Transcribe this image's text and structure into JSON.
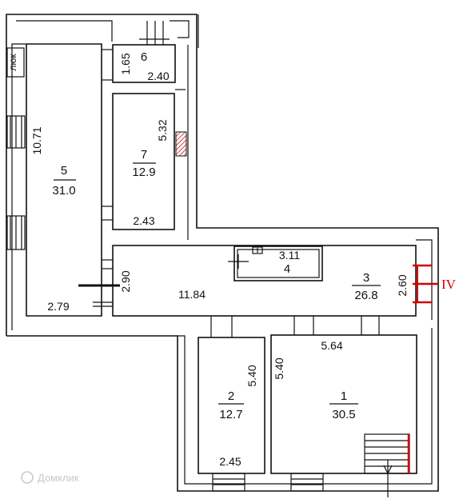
{
  "watermark": "Домклик",
  "hatch_label": "люк",
  "entrance_marker": "IV",
  "colors": {
    "line": "#111111",
    "accent": "#d40000",
    "watermark": "#c9c9c9",
    "background": "#ffffff"
  },
  "rooms": [
    {
      "id": "1",
      "number": "1",
      "area": "30.5",
      "dims": [
        "5.64",
        "5.40"
      ]
    },
    {
      "id": "2",
      "number": "2",
      "area": "12.7",
      "dims": [
        "5.40",
        "2.45"
      ]
    },
    {
      "id": "3",
      "number": "3",
      "area": "26.8",
      "dims": [
        "11.84",
        "2.90",
        "2.60"
      ]
    },
    {
      "id": "4",
      "number": "4",
      "area": "",
      "dims": [
        "3.11"
      ]
    },
    {
      "id": "5",
      "number": "5",
      "area": "31.0",
      "dims": [
        "10.71",
        "2.79"
      ]
    },
    {
      "id": "6",
      "number": "6",
      "area": "",
      "dims": [
        "1.65",
        "2.40"
      ]
    },
    {
      "id": "7",
      "number": "7",
      "area": "12.9",
      "dims": [
        "5.32",
        "2.43"
      ]
    }
  ]
}
